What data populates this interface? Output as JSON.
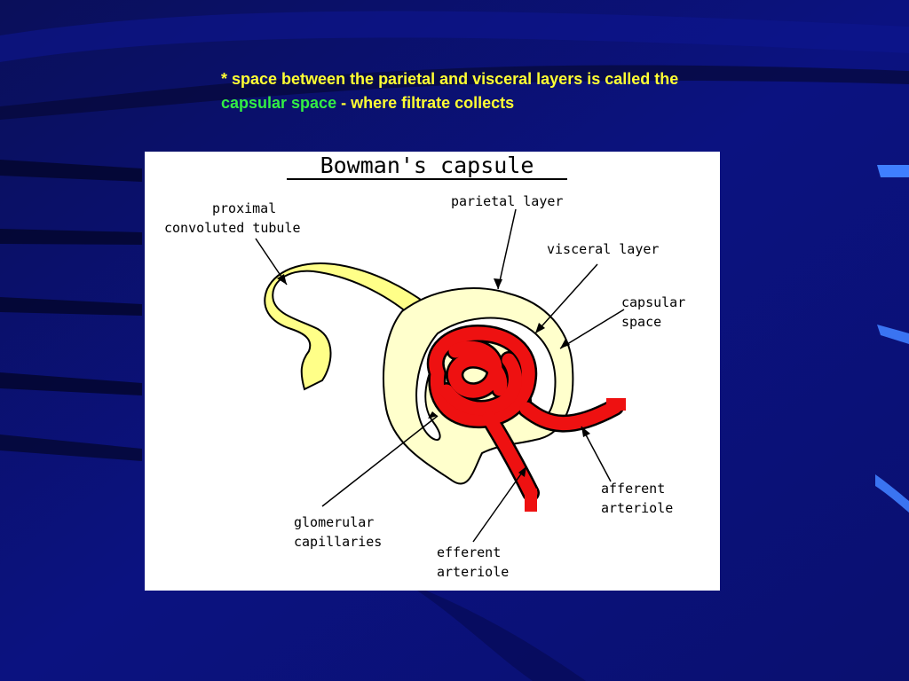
{
  "caption": {
    "line1": "* space between the parietal and visceral  layers is called the",
    "term": "capsular space",
    "rest": " - where filtrate collects"
  },
  "diagram": {
    "title": "Bowman's capsule",
    "labels": {
      "pct_1": "proximal",
      "pct_2": "convoluted tubule",
      "parietal": "parietal layer",
      "visceral": "visceral layer",
      "capsular_1": "capsular",
      "capsular_2": "space",
      "glomerular_1": "glomerular",
      "glomerular_2": "capillaries",
      "efferent_1": "efferent",
      "efferent_2": "arteriole",
      "afferent_1": "afferent",
      "afferent_2": "arteriole"
    }
  },
  "colors": {
    "background": "#0a0f6e",
    "caption_text": "#ffff33",
    "caption_term": "#33ee44",
    "capsule": "#ffffcc",
    "tubule": "#ffff88",
    "capillary": "#ee1111"
  }
}
